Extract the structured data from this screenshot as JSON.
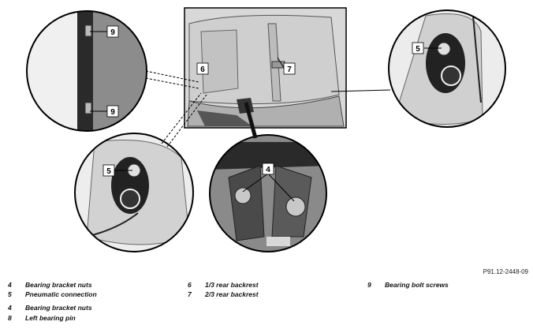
{
  "figure_ref": "P91.12-2448-09",
  "callouts": {
    "c4": "4",
    "c5a": "5",
    "c5b": "5",
    "c6": "6",
    "c7": "7",
    "c9a": "9",
    "c9b": "9"
  },
  "legend": {
    "col1": [
      {
        "num": "4",
        "label": "Bearing bracket nuts"
      },
      {
        "num": "5",
        "label": "Pneumatic connection"
      },
      {
        "num": "4",
        "label": "Bearing bracket nuts"
      },
      {
        "num": "8",
        "label": "Left bearing pin"
      }
    ],
    "col2": [
      {
        "num": "6",
        "label": "1/3 rear backrest"
      },
      {
        "num": "7",
        "label": "2/3 rear backrest"
      }
    ],
    "col3": [
      {
        "num": "9",
        "label": "Bearing bolt screws"
      }
    ]
  }
}
